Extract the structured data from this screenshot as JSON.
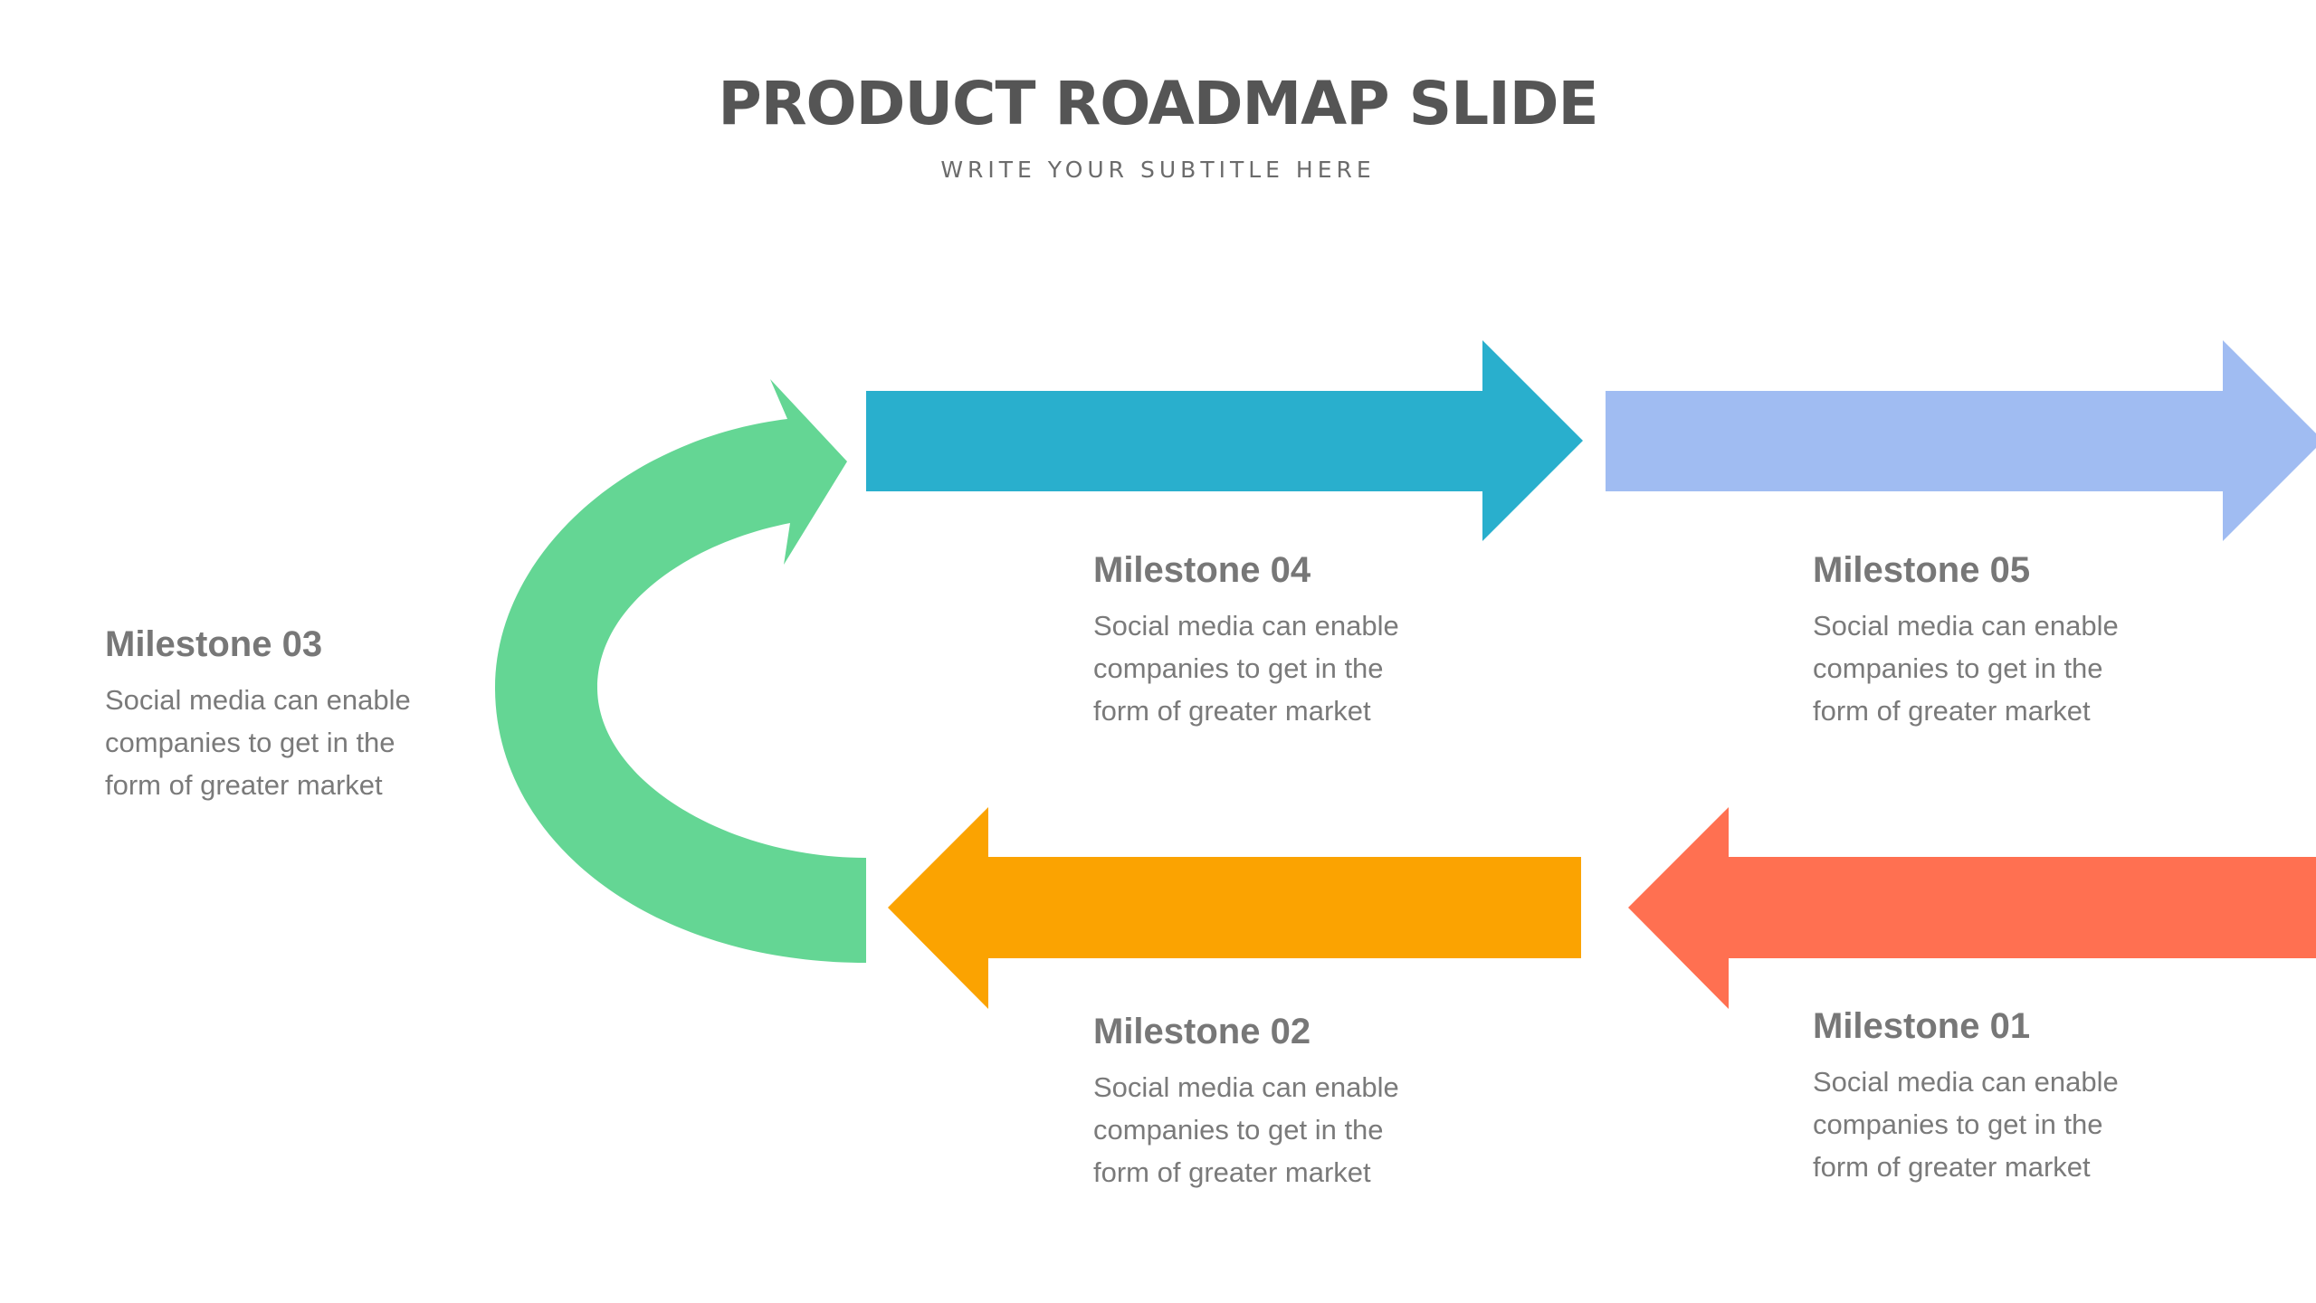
{
  "slide": {
    "title": "PRODUCT ROADMAP SLIDE",
    "subtitle": "WRITE YOUR SUBTITLE HERE"
  },
  "colors": {
    "milestone_01_arrow": "#FF7051",
    "milestone_02_arrow": "#FBA301",
    "milestone_03_arrow": "#64D694",
    "milestone_04_arrow": "#29AFCD",
    "milestone_05_arrow": "#A0BCF2"
  },
  "milestones": [
    {
      "title": "Milestone 01",
      "description": "Social media can enable companies to get in the form of greater market"
    },
    {
      "title": "Milestone 02",
      "description": "Social media can enable companies to get in the form of greater market"
    },
    {
      "title": "Milestone 03",
      "description": "Social media can enable companies to get in the form of greater market"
    },
    {
      "title": "Milestone 04",
      "description": "Social media can enable companies to get in the form of greater market"
    },
    {
      "title": "Milestone 05",
      "description": "Social media can enable companies to get in the form of greater market"
    }
  ]
}
